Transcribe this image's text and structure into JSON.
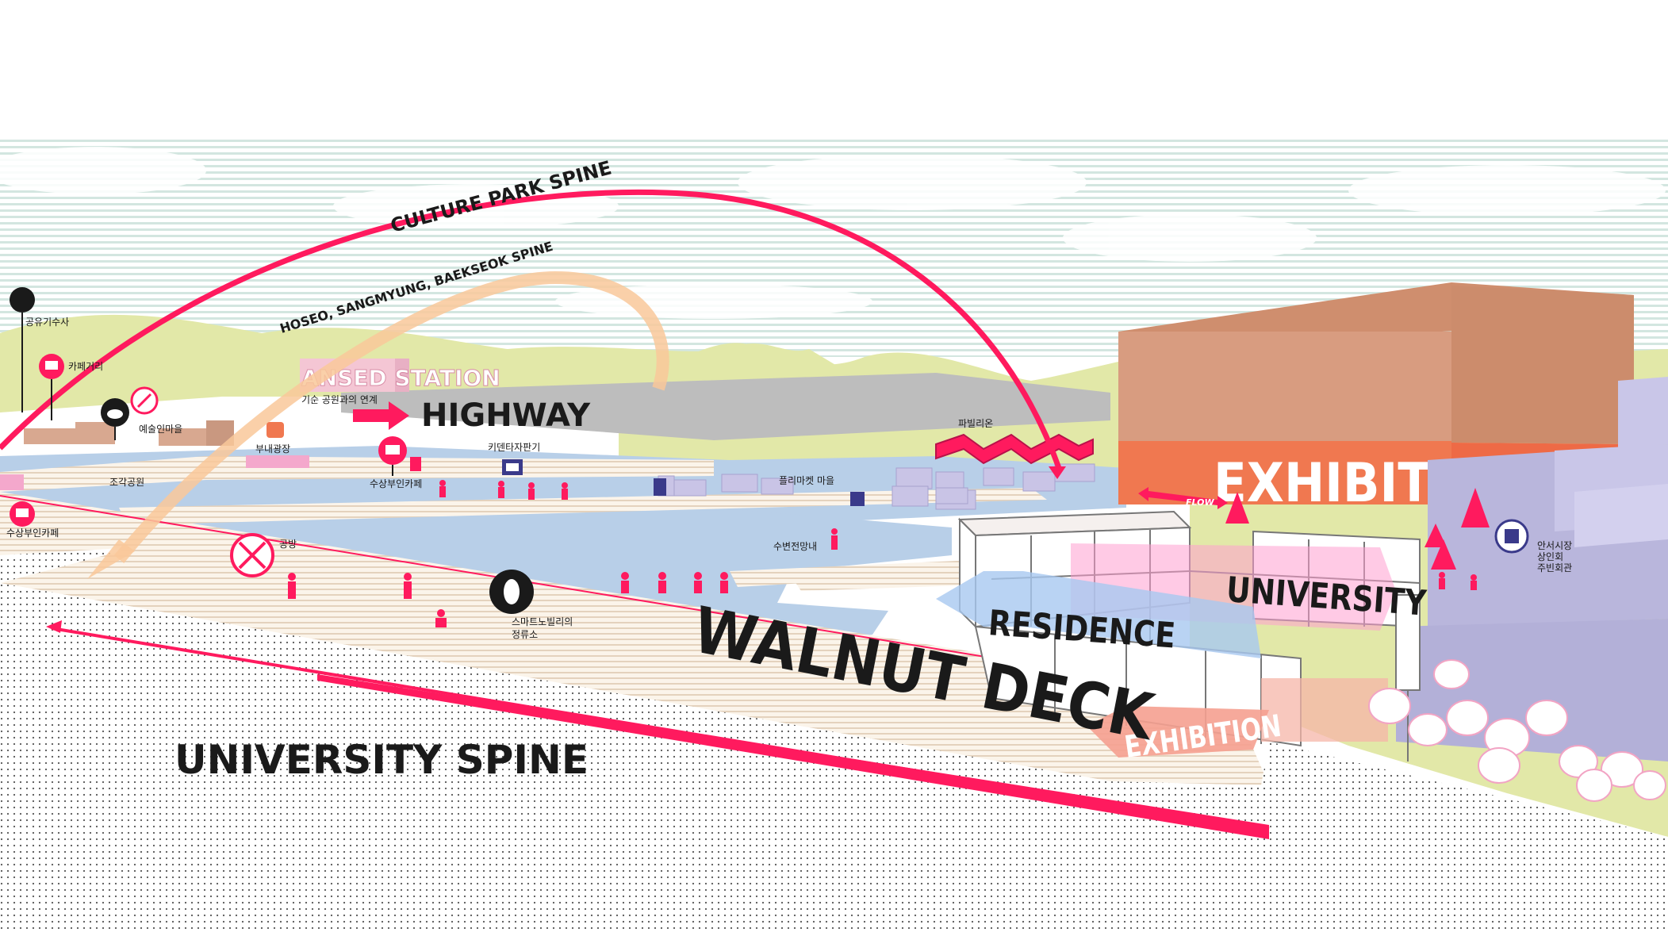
{
  "spines": {
    "culture_park": "CULTURE PARK SPINE",
    "hoseo": "HOSEO, SANGMYUNG, BAEKSEOK SPINE",
    "university": "UNIVERSITY SPINE"
  },
  "labels": {
    "ansed_station": "ANSED STATION",
    "highway": "HIGHWAY",
    "highway_sub": "기순 공원과의 연계",
    "walnut_deck": "WALNUT DECK",
    "exhibition_building": "EXHIBITION",
    "exhibition_ramp": "EXHIBITION",
    "university": "UNIVERSITY",
    "residence": "RESIDENCE",
    "flow": "FLOW"
  },
  "places": {
    "gongyu": "공유기수사",
    "cafe_street": "카페거리",
    "art_village": "예술인마을",
    "buna_plaza": "부내광장",
    "sculpture_park": "조각공원",
    "floating_cafe_left": "수상부인카페",
    "floating_cafe_mid": "수상부인카페",
    "kidult": "키덴타자판기",
    "pavilion": "파빌리온",
    "flea_market": "플리마켓 마을",
    "waterfront_guide": "수변전망내",
    "workshop": "공방",
    "smart_bus_1": "스마트노빌리의",
    "smart_bus_2": "정류소",
    "merchant_1": "안서시장",
    "merchant_2": "상인회",
    "merchant_3": "주빈회관"
  },
  "colors": {
    "accent": "#ff1a5e",
    "orange": "#f07850",
    "tan": "#d89c80",
    "water": "#b8cfe8",
    "green": "#e2e8a8",
    "lavender": "#b9b6dc",
    "sky_line": "#d3e6e0"
  }
}
